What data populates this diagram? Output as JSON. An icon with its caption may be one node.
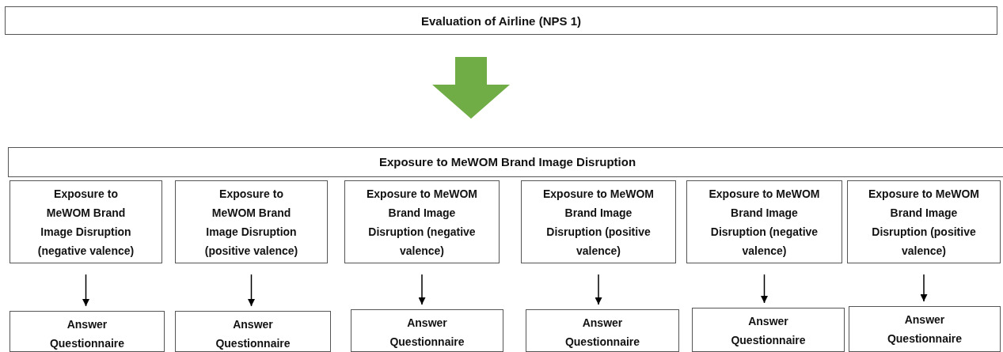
{
  "diagram": {
    "nodes": [
      {
        "text": [
          "Evaluation of Airline (NPS 1)"
        ]
      },
      {
        "text": [
          "Exposure to MeWOM Brand Image Disruption"
        ]
      },
      {
        "text": [
          "Exposure to MeWOM Brand Image Disruption (negative valence)"
        ]
      },
      {
        "text": [
          "Exposure to MeWOM Brand Image Disruption (positive valence)"
        ]
      },
      {
        "text": [
          "Exposure to MeWOM Brand Image Disruption (negative valence)"
        ]
      },
      {
        "text": [
          "Exposure to MeWOM Brand Image Disruption (positive valence)"
        ]
      },
      {
        "text": [
          "Exposure to MeWOM Brand Image Disruption (negative valence)"
        ]
      },
      {
        "text": [
          "Exposure to MeWOM Brand Image Disruption (positive valence)"
        ]
      },
      {
        "text": [
          "Answer Questionnaire"
        ]
      },
      {
        "text": [
          "Answer Questionnaire"
        ]
      },
      {
        "text": [
          "Answer Questionnaire"
        ]
      },
      {
        "text": [
          "Answer Questionnaire"
        ]
      },
      {
        "text": [
          "Answer Questionnaire"
        ]
      },
      {
        "text": [
          "Answer Questionnaire"
        ]
      }
    ],
    "edges": [
      {
        "from": 0,
        "to": 1,
        "arrow": "to",
        "style": "thick",
        "color": "#70ad47"
      },
      {
        "from": 2,
        "to": 8,
        "arrow": "to"
      },
      {
        "from": 3,
        "to": 9,
        "arrow": "to"
      },
      {
        "from": 4,
        "to": 10,
        "arrow": "to"
      },
      {
        "from": 5,
        "to": 11,
        "arrow": "to"
      },
      {
        "from": 6,
        "to": 12,
        "arrow": "to"
      },
      {
        "from": 7,
        "to": 13,
        "arrow": "to"
      }
    ]
  }
}
